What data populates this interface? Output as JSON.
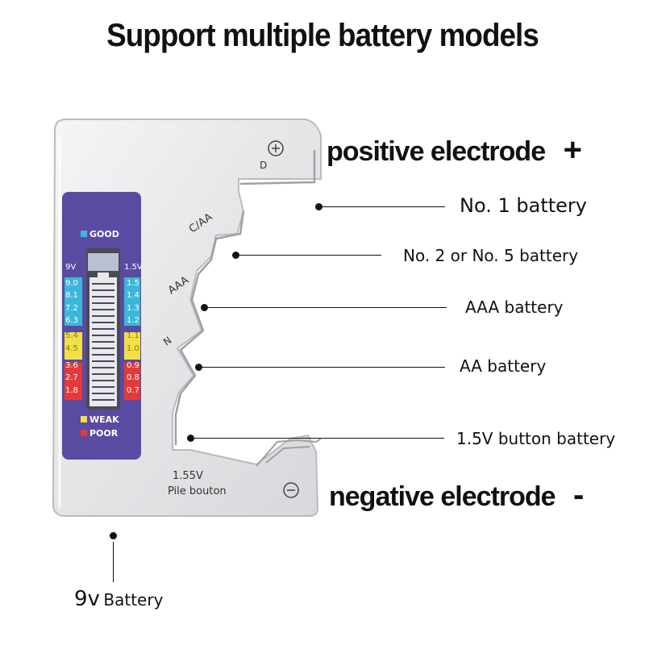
{
  "title": "Support multiple battery models",
  "positive_label": "positive electrode",
  "positive_sign": "+",
  "negative_label": "negative electrode",
  "negative_sign": "-",
  "callouts": {
    "no1": "No. 1 battery",
    "no2": "No. 2 or No. 5 battery",
    "aaa": "AAA battery",
    "aa": "AA battery",
    "button": "1.5V button battery"
  },
  "nine_v": {
    "prefix": "9v",
    "suffix": "Battery"
  },
  "device": {
    "slot_labels": {
      "d": "D",
      "caa": "C/AA",
      "aaa": "AAA",
      "n": "N"
    },
    "plus_symbol": "⊕",
    "minus_symbol": "⊖",
    "button_voltage": "1.55V",
    "button_name": "Pile bouton",
    "lcd": {
      "good": "GOOD",
      "weak": "WEAK",
      "poor": "POOR",
      "left_header": "9V",
      "right_header": "1.5V",
      "left_scale": [
        "9.0",
        "8.1",
        "7.2",
        "6.3",
        "5.4",
        "4.5",
        "3.6",
        "2.7",
        "1.8"
      ],
      "right_scale": [
        "1.5",
        "1.4",
        "1.3",
        "1.2",
        "1.1",
        "1.0",
        "0.9",
        "0.8",
        "0.7"
      ]
    }
  },
  "colors": {
    "good": "#3bb7d8",
    "weak": "#f1e046",
    "poor": "#e23a3a",
    "lcd_bg": "#5b4aa2",
    "body": "#e7e8ea"
  }
}
